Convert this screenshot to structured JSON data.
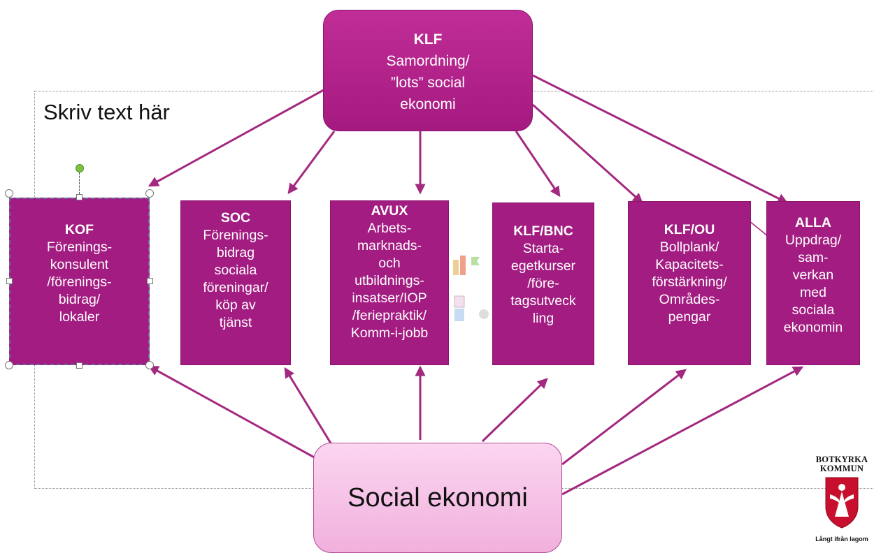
{
  "placeholder_text": "Skriv text här",
  "top_box": {
    "title": "KLF",
    "lines": [
      "Samordning/",
      "”lots” social",
      "ekonomi"
    ]
  },
  "departments": [
    {
      "title": "KOF",
      "lines": [
        "Förenings-",
        "konsulent",
        "/förenings-",
        "bidrag/",
        "lokaler"
      ]
    },
    {
      "title": "SOC",
      "lines": [
        "Förenings-",
        "bidrag",
        "sociala",
        "föreningar/",
        "köp av",
        "tjänst"
      ]
    },
    {
      "title": "AVUX",
      "lines": [
        "Arbets-",
        "marknads-",
        "och",
        "utbildnings-",
        "insatser/IOP",
        "/feriepraktik/",
        "Komm-i-jobb"
      ]
    },
    {
      "title": "KLF/BNC",
      "lines": [
        "Starta-",
        "egetkurser",
        "/före-",
        "tagsutveck",
        "ling"
      ]
    },
    {
      "title": "KLF/OU",
      "lines": [
        "Bollplank/",
        "Kapacitets-",
        "förstärkning/",
        "Områdes-",
        "pengar"
      ]
    },
    {
      "title": "ALLA",
      "lines": [
        "Uppdrag/",
        "sam-",
        "verkan",
        "med",
        "sociala",
        "ekonomin"
      ]
    }
  ],
  "bottom_box": {
    "label": "Social ekonomi"
  },
  "logo": {
    "name_line1": "BOTKYRKA",
    "name_line2": "KOMMUN",
    "motto": "Långt ifrån lagom"
  },
  "colors": {
    "box_fill": "#a31c81",
    "arrow": "#a3287f",
    "bottom_fill": "#f7c6ea"
  }
}
